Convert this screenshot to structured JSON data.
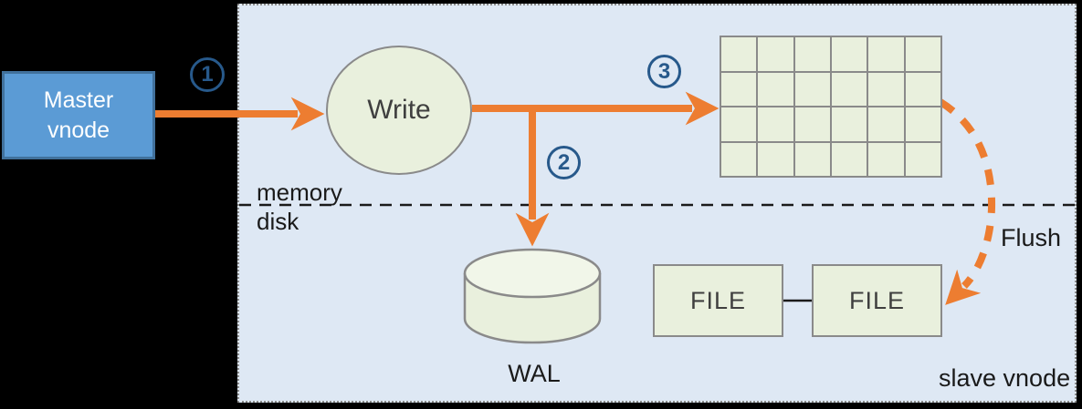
{
  "labels": {
    "master": "Master vnode",
    "write": "Write",
    "memory": "memory",
    "disk": "disk",
    "wal": "WAL",
    "file_left": "FILE",
    "file_right": "FILE",
    "flush": "Flush",
    "slave": "slave vnode"
  },
  "steps": [
    "1",
    "2",
    "3"
  ],
  "colors": {
    "canvas_background": "#000000",
    "panel_background": "#DEE8F4",
    "panel_border": "#8a8a8a",
    "arrow_orange": "#ED7D31",
    "shape_green": "#E9F0DD",
    "shape_border": "#8a8a8a",
    "master_fill": "#5B9BD5",
    "master_border": "#41719C",
    "badge_blue": "#27598B",
    "label_text": "#1a1a1a",
    "shape_text": "#3f3f3f"
  }
}
